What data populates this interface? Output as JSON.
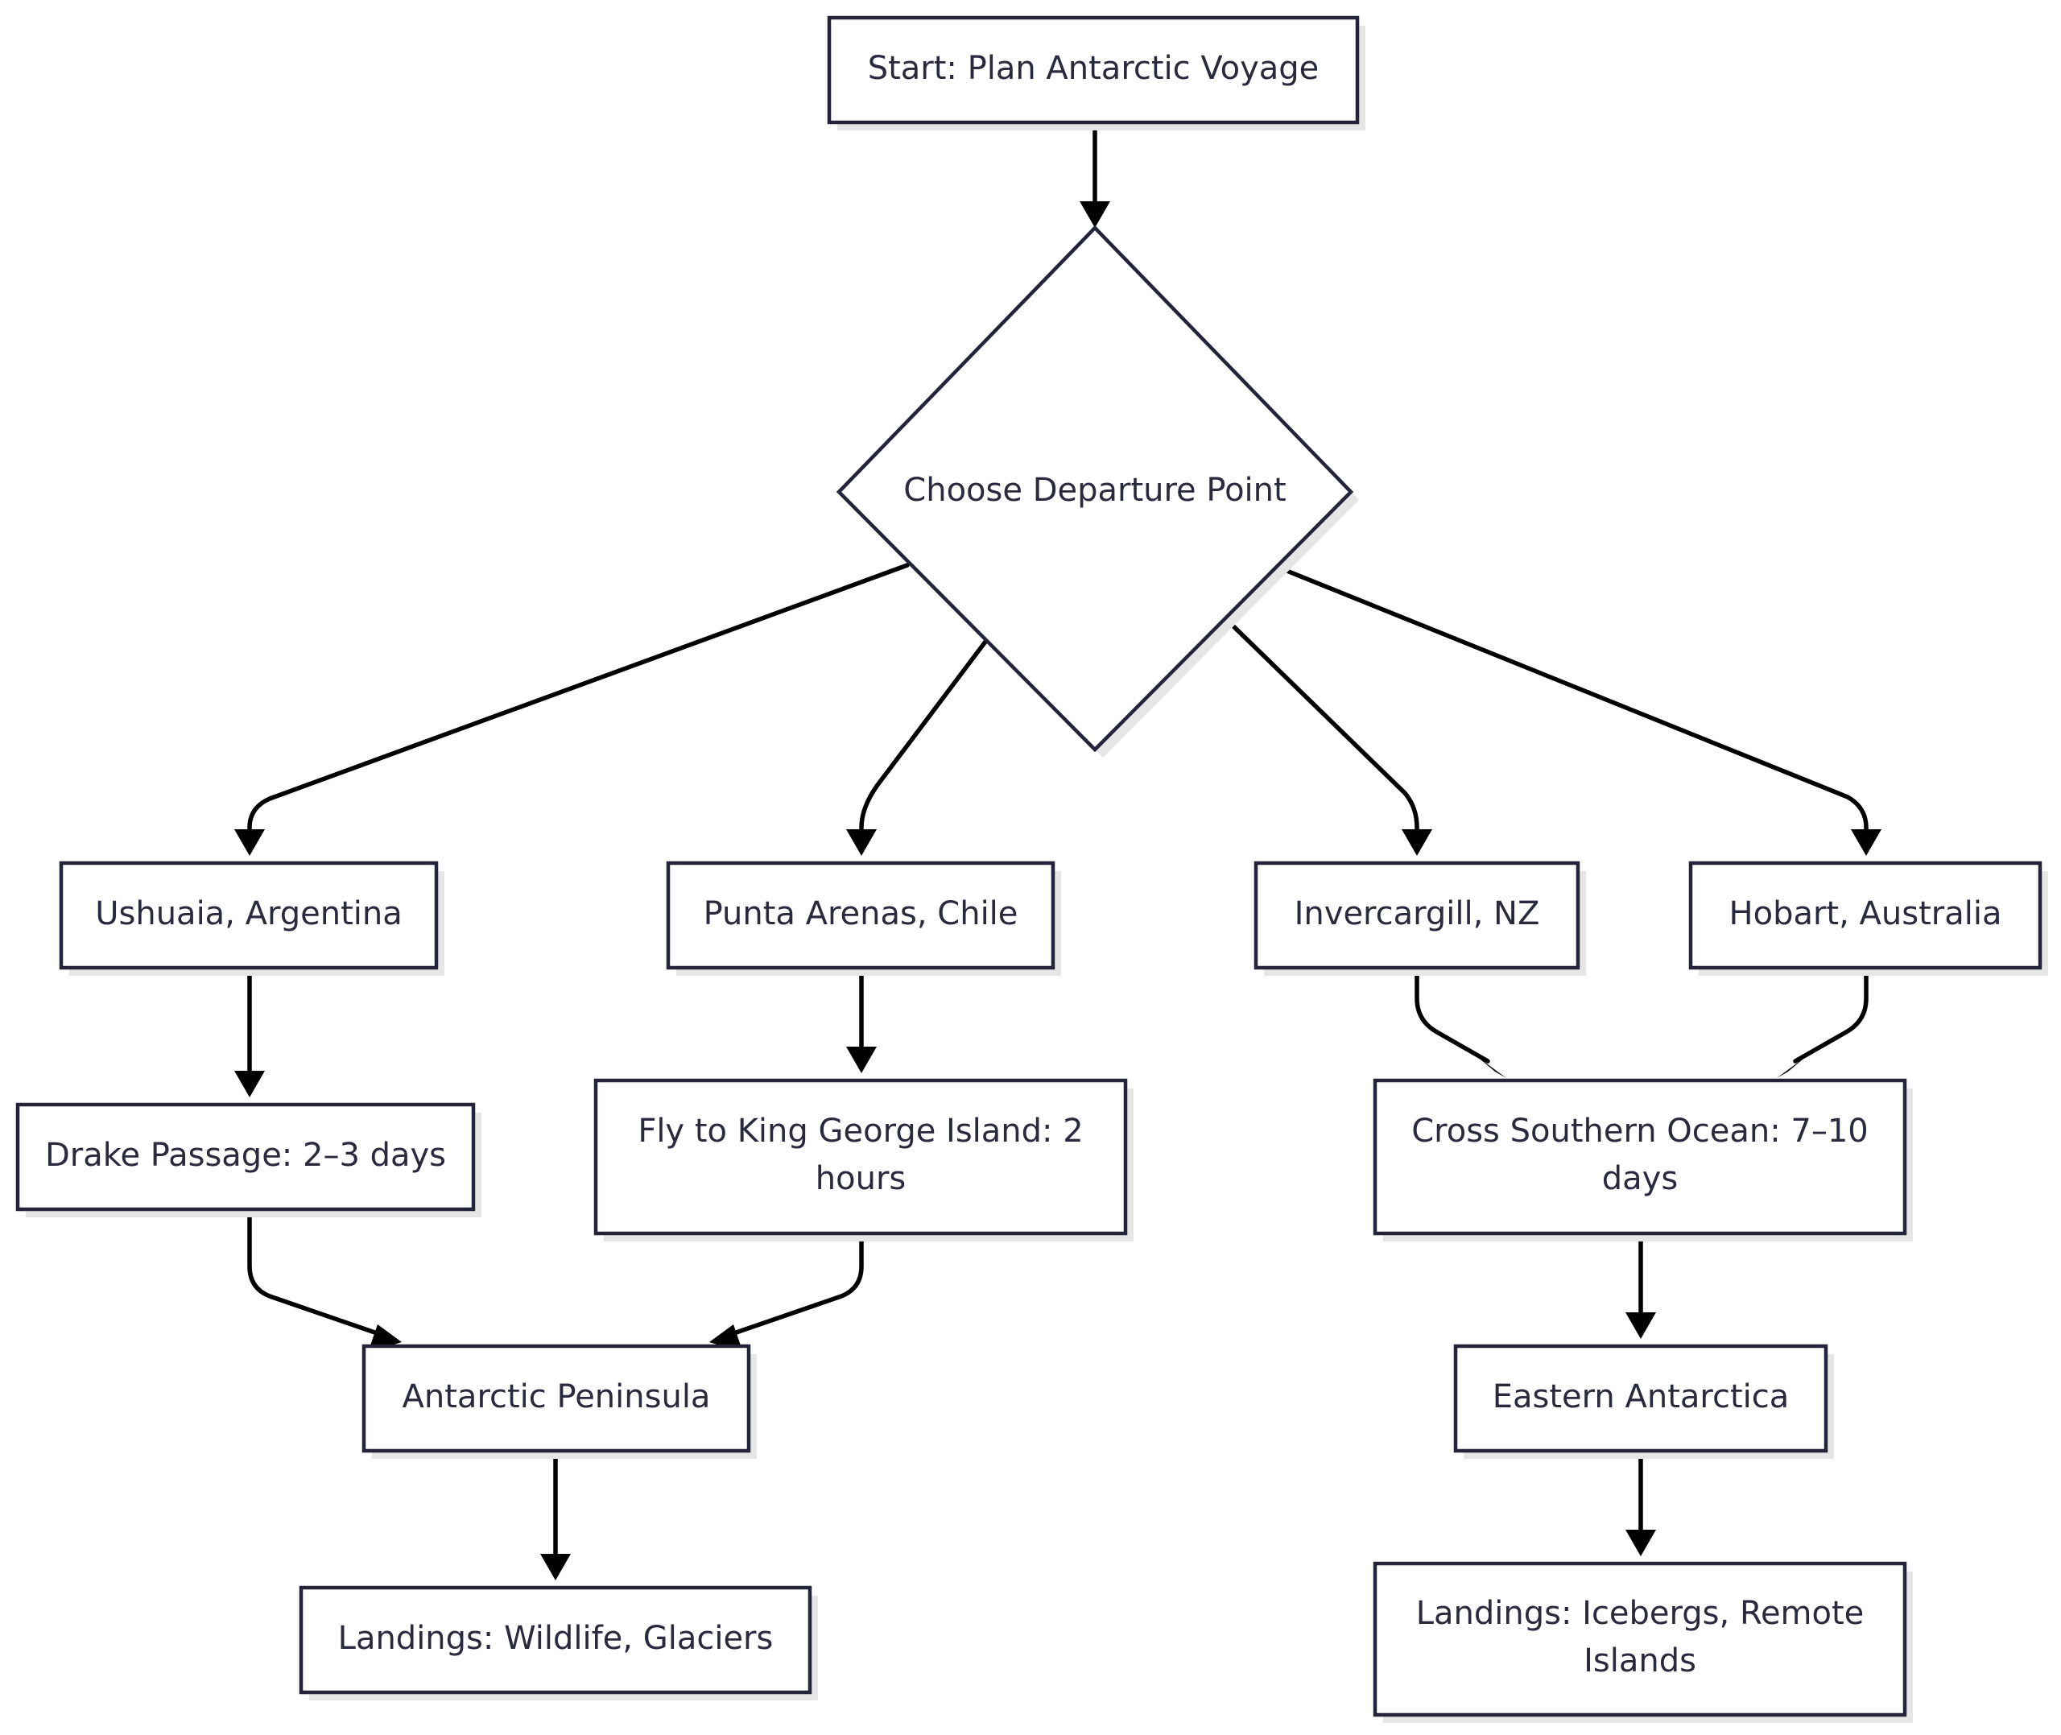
{
  "nodes": {
    "start": {
      "lines": [
        "Start: Plan Antarctic Voyage"
      ]
    },
    "decision": {
      "lines": [
        "Choose Departure Point"
      ]
    },
    "ushuaia": {
      "lines": [
        "Ushuaia, Argentina"
      ]
    },
    "punta_arenas": {
      "lines": [
        "Punta Arenas, Chile"
      ]
    },
    "invercargill": {
      "lines": [
        "Invercargill, NZ"
      ]
    },
    "hobart": {
      "lines": [
        "Hobart, Australia"
      ]
    },
    "drake": {
      "lines": [
        "Drake Passage: 2–3 days"
      ]
    },
    "fly": {
      "lines": [
        "Fly to King George Island: 2",
        "hours"
      ]
    },
    "cross": {
      "lines": [
        "Cross Southern Ocean: 7–10",
        "days"
      ]
    },
    "peninsula": {
      "lines": [
        "Antarctic Peninsula"
      ]
    },
    "eastern": {
      "lines": [
        "Eastern Antarctica"
      ]
    },
    "landings_peninsula": {
      "lines": [
        "Landings: Wildlife, Glaciers"
      ]
    },
    "landings_eastern": {
      "lines": [
        "Landings: Icebergs, Remote",
        "Islands"
      ]
    }
  },
  "edges": [
    {
      "from": "start",
      "to": "decision"
    },
    {
      "from": "decision",
      "to": "ushuaia"
    },
    {
      "from": "decision",
      "to": "punta_arenas"
    },
    {
      "from": "decision",
      "to": "invercargill"
    },
    {
      "from": "decision",
      "to": "hobart"
    },
    {
      "from": "ushuaia",
      "to": "drake"
    },
    {
      "from": "punta_arenas",
      "to": "fly"
    },
    {
      "from": "invercargill",
      "to": "cross"
    },
    {
      "from": "hobart",
      "to": "cross"
    },
    {
      "from": "drake",
      "to": "peninsula"
    },
    {
      "from": "fly",
      "to": "peninsula"
    },
    {
      "from": "cross",
      "to": "eastern"
    },
    {
      "from": "peninsula",
      "to": "landings_peninsula"
    },
    {
      "from": "eastern",
      "to": "landings_eastern"
    }
  ]
}
